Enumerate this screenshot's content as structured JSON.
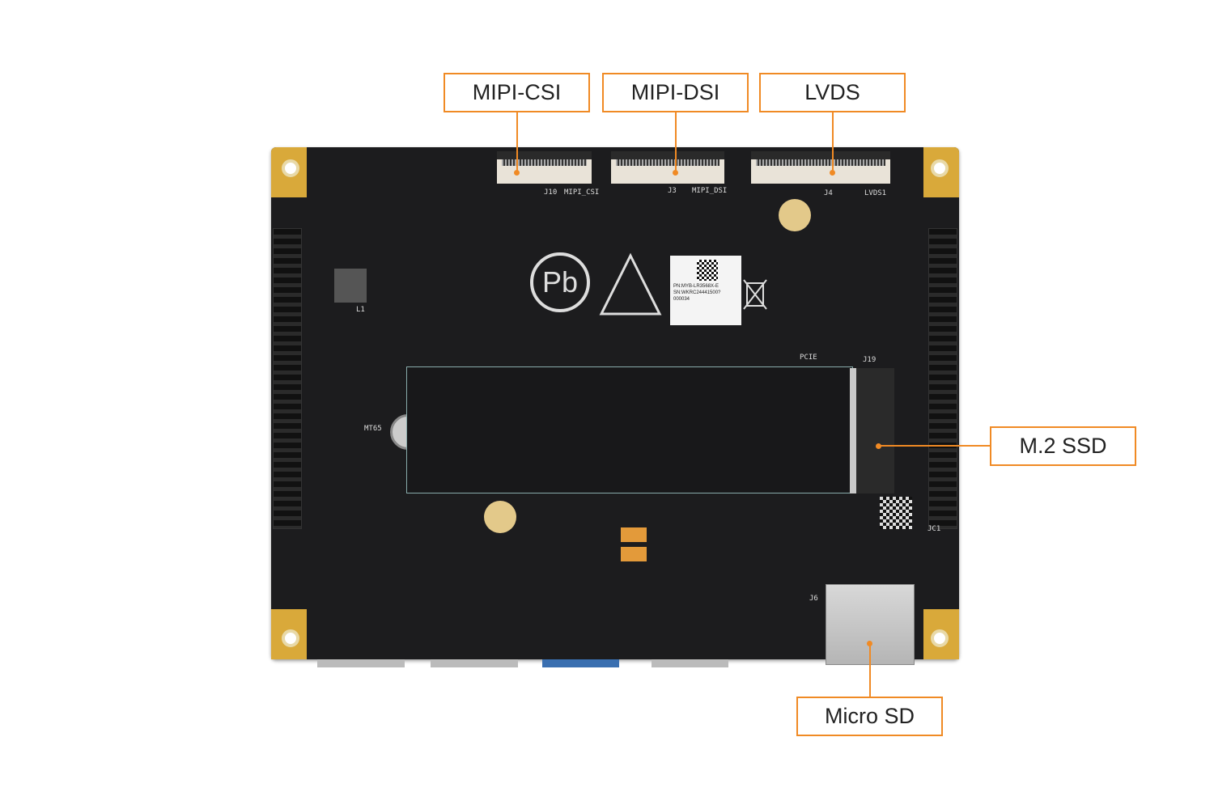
{
  "callouts": {
    "mipi_csi": "MIPI-CSI",
    "mipi_dsi": "MIPI-DSI",
    "lvds": "LVDS",
    "m2_ssd": "M.2 SSD",
    "micro_sd": "Micro SD"
  },
  "silkscreen": {
    "j10": "J10",
    "mipi_csi": "MIPI_CSI",
    "j3": "J3",
    "mipi_dsi": "MIPI_DSI",
    "j4": "J4",
    "lvds1": "LVDS1",
    "pcie": "PCIE",
    "j19": "J19",
    "mt65": "MT65",
    "l1": "L1",
    "j6": "J6",
    "jc1": "JC1"
  },
  "sticker": {
    "pn": "PN:MYB-LR3568X-E",
    "sn": "SN:WKRC24441500?",
    "code": "000034"
  },
  "colors": {
    "accent": "#f08a24",
    "board": "#1c1c1e",
    "gold": "#d9a93a"
  }
}
